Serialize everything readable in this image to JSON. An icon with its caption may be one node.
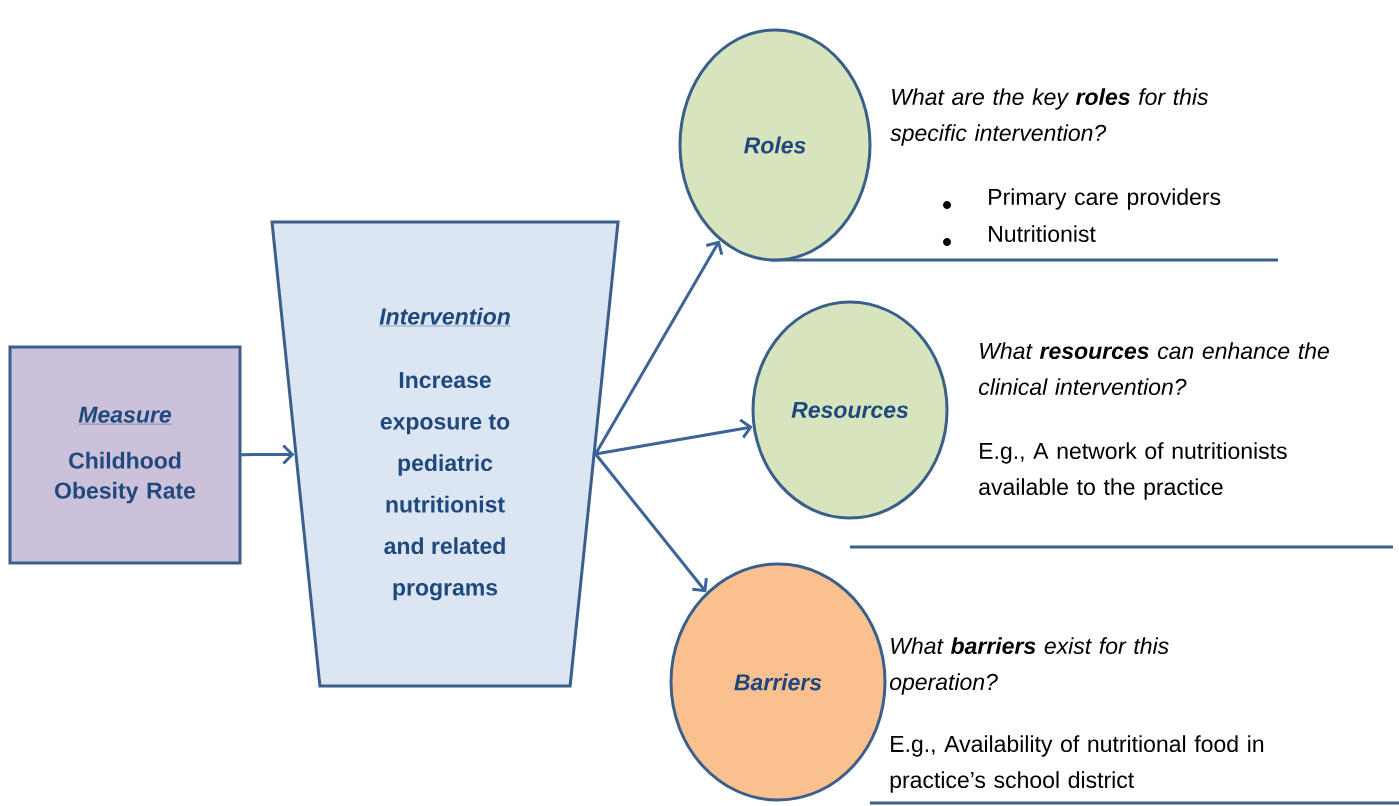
{
  "diagram": {
    "nodes": [
      {
        "text": [
          "Measure",
          "Childhood Obesity Rate"
        ]
      },
      {
        "text": [
          "Intervention",
          "Increase exposure to pediatric nutritionist and related programs"
        ]
      },
      {
        "text": [
          "Roles"
        ],
        "beside": [
          "What are the key **roles** for this specific intervention?",
          "Primary care providers",
          "Nutritionist"
        ]
      },
      {
        "text": [
          "Resources"
        ],
        "beside": [
          "What **resources** can enhance the clinical intervention?",
          "E.g., A network of nutritionists available to the practice"
        ]
      },
      {
        "text": [
          "Barriers"
        ],
        "beside": [
          "What **barriers** exist for this operation?",
          "E.g., Availability of nutritional food in practice’s school district"
        ]
      }
    ],
    "edges": [
      {
        "from": 0,
        "to": 1,
        "arrow": "to"
      },
      {
        "from": 1,
        "to": 2,
        "arrow": "to"
      },
      {
        "from": 1,
        "to": 3,
        "arrow": "to"
      },
      {
        "from": 1,
        "to": 4,
        "arrow": "to"
      }
    ]
  }
}
